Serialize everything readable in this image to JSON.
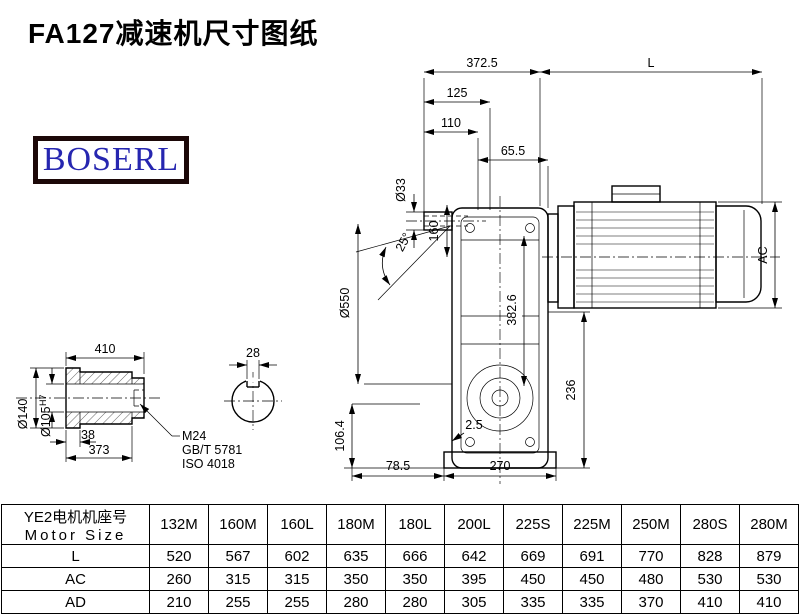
{
  "page": {
    "title": "FA127减速机尺寸图纸",
    "logo_text": "BOSERL"
  },
  "drawing": {
    "dims": {
      "d3725": "372.5",
      "dL": "L",
      "d125": "125",
      "d110": "110",
      "d655": "65.5",
      "d33": "Ø33",
      "d160": "160",
      "d25deg": "25°",
      "d550": "Ø550",
      "d3826": "382.6",
      "dAC": "AC",
      "d236": "236",
      "d2_5": "2.5",
      "d1064": "106.4",
      "d785": "78.5",
      "d270": "270",
      "d410": "410",
      "d28": "28",
      "d140": "Ø140",
      "d105": "Ø105",
      "d105tol": "H7",
      "d38": "38",
      "d373": "373",
      "m24": "M24",
      "gb": "GB/T 5781",
      "iso": "ISO 4018"
    }
  },
  "table": {
    "header_cn": "YE2电机机座号",
    "header_en": "Motor Size",
    "columns": [
      "132M",
      "160M",
      "160L",
      "180M",
      "180L",
      "200L",
      "225S",
      "225M",
      "250M",
      "280S",
      "280M"
    ],
    "rows": [
      {
        "label": "L",
        "values": [
          "520",
          "567",
          "602",
          "635",
          "666",
          "642",
          "669",
          "691",
          "770",
          "828",
          "879"
        ]
      },
      {
        "label": "AC",
        "values": [
          "260",
          "315",
          "315",
          "350",
          "350",
          "395",
          "450",
          "450",
          "480",
          "530",
          "530"
        ]
      },
      {
        "label": "AD",
        "values": [
          "210",
          "255",
          "255",
          "280",
          "280",
          "305",
          "335",
          "335",
          "370",
          "410",
          "410"
        ]
      }
    ]
  }
}
